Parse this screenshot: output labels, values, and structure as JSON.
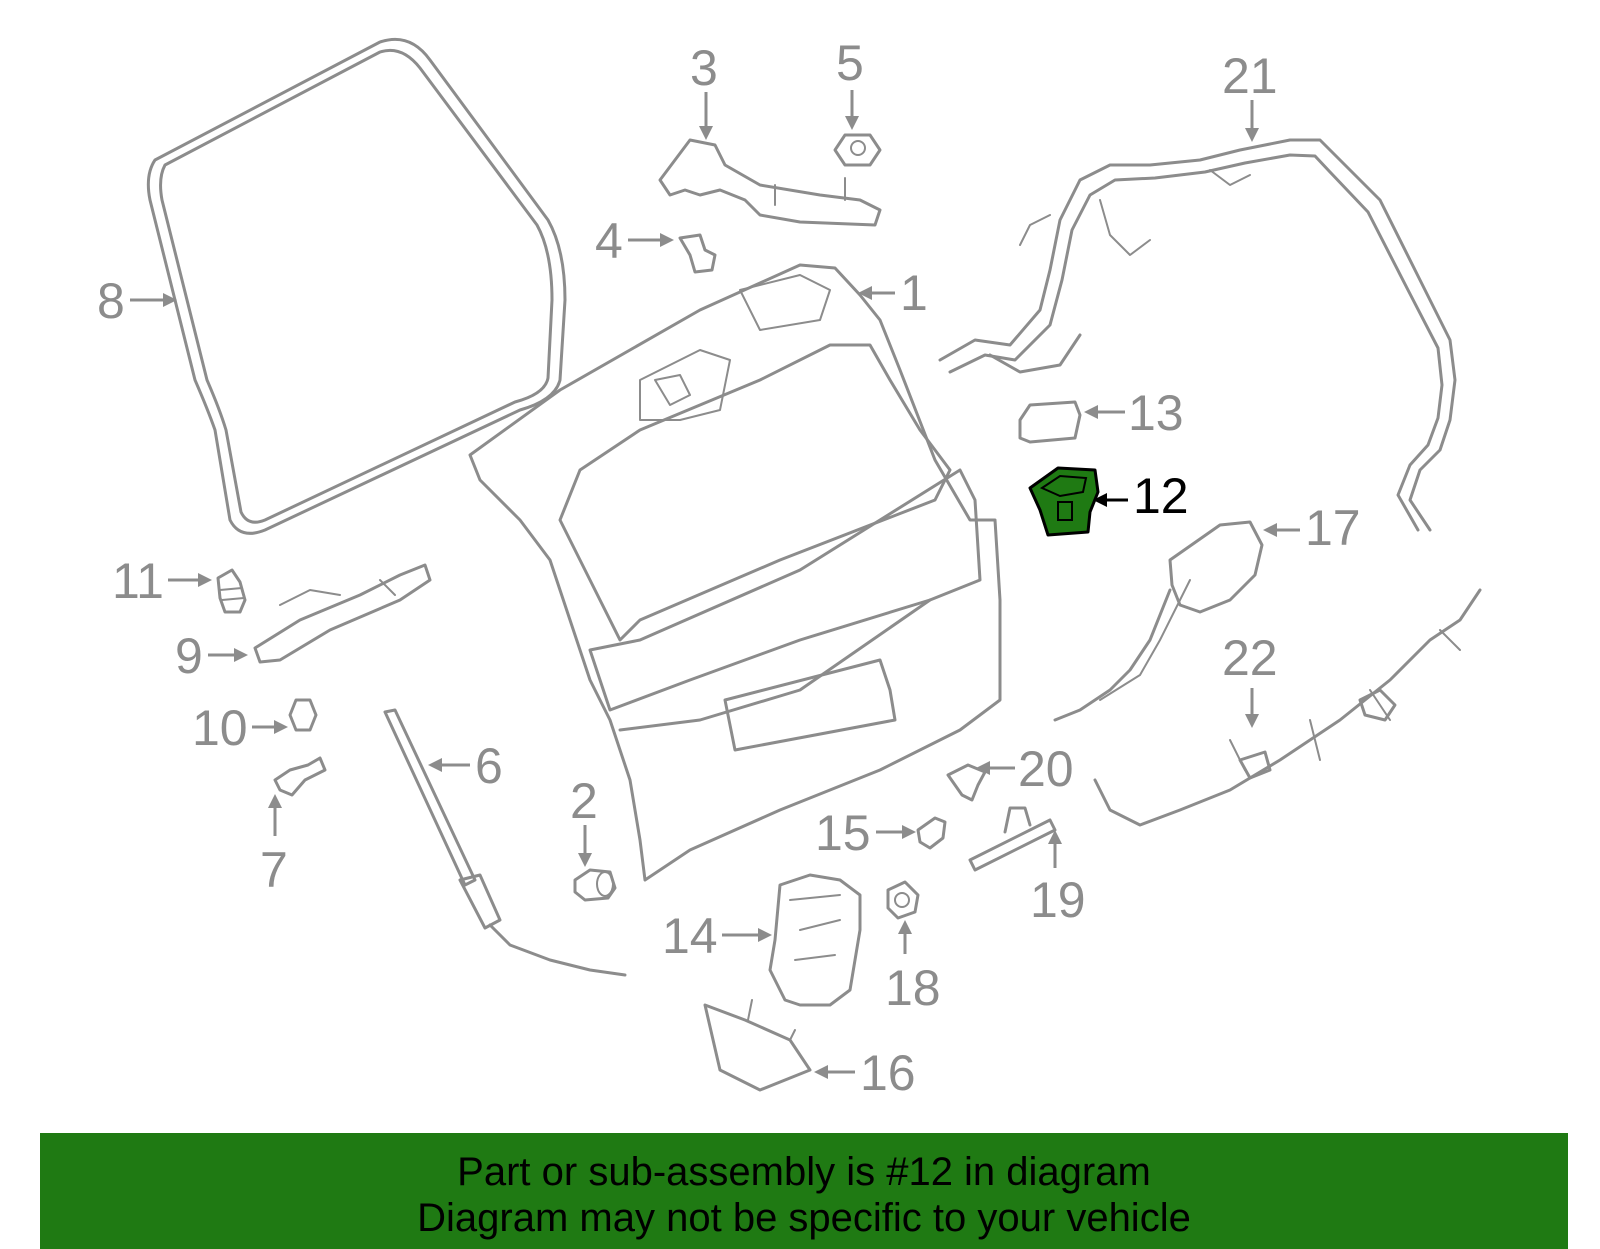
{
  "diagram": {
    "callouts": [
      {
        "id": "1",
        "label": "1"
      },
      {
        "id": "2",
        "label": "2"
      },
      {
        "id": "3",
        "label": "3"
      },
      {
        "id": "4",
        "label": "4"
      },
      {
        "id": "5",
        "label": "5"
      },
      {
        "id": "6",
        "label": "6"
      },
      {
        "id": "7",
        "label": "7"
      },
      {
        "id": "8",
        "label": "8"
      },
      {
        "id": "9",
        "label": "9"
      },
      {
        "id": "10",
        "label": "10"
      },
      {
        "id": "11",
        "label": "11"
      },
      {
        "id": "12",
        "label": "12"
      },
      {
        "id": "13",
        "label": "13"
      },
      {
        "id": "14",
        "label": "14"
      },
      {
        "id": "15",
        "label": "15"
      },
      {
        "id": "16",
        "label": "16"
      },
      {
        "id": "17",
        "label": "17"
      },
      {
        "id": "18",
        "label": "18"
      },
      {
        "id": "19",
        "label": "19"
      },
      {
        "id": "20",
        "label": "20"
      },
      {
        "id": "21",
        "label": "21"
      },
      {
        "id": "22",
        "label": "22"
      }
    ],
    "highlighted_part": "12",
    "colors": {
      "line_art": "#8c8c8c",
      "highlight_fill": "#1f7a13",
      "highlight_text": "#000000",
      "banner_bg": "#1f7a13"
    }
  },
  "banner": {
    "line1": "Part or sub-assembly is #12 in diagram",
    "line2": "Diagram may not be specific to your vehicle"
  }
}
